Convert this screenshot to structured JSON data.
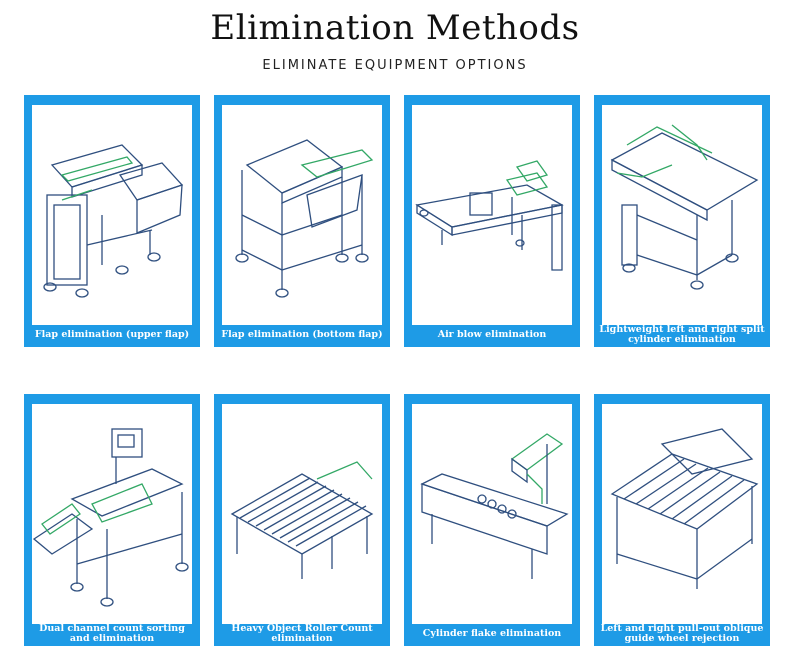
{
  "header": {
    "title": "Elimination Methods",
    "subtitle": "ELIMINATE EQUIPMENT OPTIONS"
  },
  "colors": {
    "frame": "#1e9be6",
    "line": "#2f4f7f",
    "accent": "#33a866"
  },
  "cards": [
    {
      "caption": "Flap elimination (upper flap)",
      "icon": "flap-upper-machine"
    },
    {
      "caption": "Flap elimination (bottom flap)",
      "icon": "flap-bottom-machine"
    },
    {
      "caption": "Air blow elimination",
      "icon": "air-blow-machine"
    },
    {
      "caption": "Lightweight left and right split cylinder elimination",
      "icon": "split-cylinder-machine"
    },
    {
      "caption": "Dual channel count sorting and elimination",
      "icon": "dual-channel-machine"
    },
    {
      "caption": "Heavy Object Roller Count elimination",
      "icon": "roller-count-machine"
    },
    {
      "caption": "Cylinder flake  elimination",
      "icon": "cylinder-flake-machine"
    },
    {
      "caption": "Left and right pull-out oblique guide wheel rejection",
      "icon": "guide-wheel-machine"
    }
  ]
}
